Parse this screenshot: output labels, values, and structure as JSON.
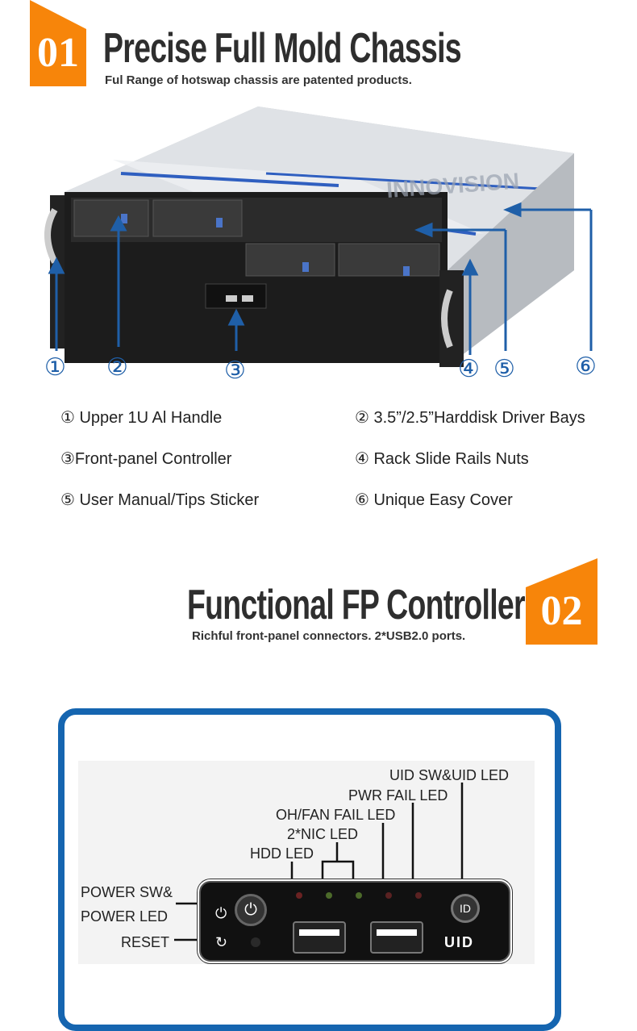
{
  "section1": {
    "number": "01",
    "title": "Precise Full Mold Chassis",
    "subtitle": "Ful Range of hotswap chassis are patented products.",
    "brand_watermark": "INNOVISION",
    "callouts": [
      "①",
      "②",
      "③",
      "④",
      "⑤",
      "⑥"
    ],
    "features": [
      "① Upper 1U Al Handle",
      "② 3.5”/2.5”Harddisk Driver Bays",
      "③Front-panel Controller",
      "④ Rack Slide Rails Nuts",
      "⑤  User Manual/Tips Sticker",
      "⑥ Unique Easy Cover"
    ]
  },
  "section2": {
    "number": "02",
    "title": "Functional FP Controller",
    "subtitle": "Richful front-panel connectors. 2*USB2.0 ports.",
    "top_labels": {
      "uid": "UID SW&UID LED",
      "pwr": "PWR FAIL LED",
      "ohfan": "OH/FAN FAIL LED",
      "nic": "2*NIC LED",
      "hdd": "HDD LED"
    },
    "left_labels": {
      "power1": "POWER SW&",
      "power2": "POWER LED",
      "reset": "RESET"
    },
    "panel": {
      "uid_text": "UID",
      "id_button": "ID"
    }
  },
  "colors": {
    "accent": "#f7850a",
    "blue": "#1f5fa8",
    "frame": "#1565b0"
  }
}
